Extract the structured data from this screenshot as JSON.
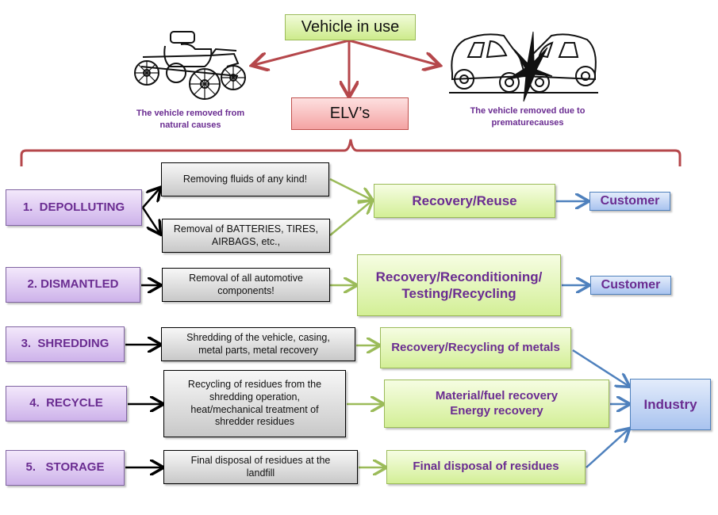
{
  "header": {
    "vehicle_in_use": "Vehicle in use",
    "elvs": "ELV’s",
    "natural_caption": "The vehicle removed from\nnatural causes",
    "premature_caption": "The vehicle removed due to\nprematurecauses",
    "natural_image": "antique-car-icon",
    "premature_image": "car-crash-icon"
  },
  "stages": [
    {
      "label": "1.  DEPOLLUTING"
    },
    {
      "label": "2. DISMANTLED"
    },
    {
      "label": "3.  SHREDDING"
    },
    {
      "label": "4.  RECYCLE"
    },
    {
      "label": "5.   STORAGE"
    }
  ],
  "steps": [
    {
      "text": "Removing fluids of any kind!"
    },
    {
      "text": "Removal of BATTERIES, TIRES,\nAIRBAGS, etc.,"
    },
    {
      "text": "Removal of all automotive\ncomponents!"
    },
    {
      "text": "Shredding of the vehicle, casing,\nmetal parts, metal recovery"
    },
    {
      "text": "Recycling of residues from the\nshredding operation,\nheat/mechanical treatment of\nshredder residues"
    },
    {
      "text": "Final disposal of residues at the\nlandfill"
    }
  ],
  "outcomes": [
    {
      "text": "Recovery/Reuse"
    },
    {
      "text": "Recovery/Reconditioning/\nTesting/Recycling"
    },
    {
      "text": "Recovery/Recycling of metals"
    },
    {
      "text": "Material/fuel recovery\nEnergy recovery"
    },
    {
      "text": "Final disposal of residues"
    }
  ],
  "destinations": [
    {
      "text": "Customer"
    },
    {
      "text": "Customer"
    },
    {
      "text": "Industry"
    }
  ],
  "colors": {
    "top_arrow": "#b5474b",
    "stage_arrow": "#000000",
    "green_arrow": "#9bbb59",
    "blue_arrow": "#4f81bd",
    "purple_text": "#6a2c91"
  }
}
